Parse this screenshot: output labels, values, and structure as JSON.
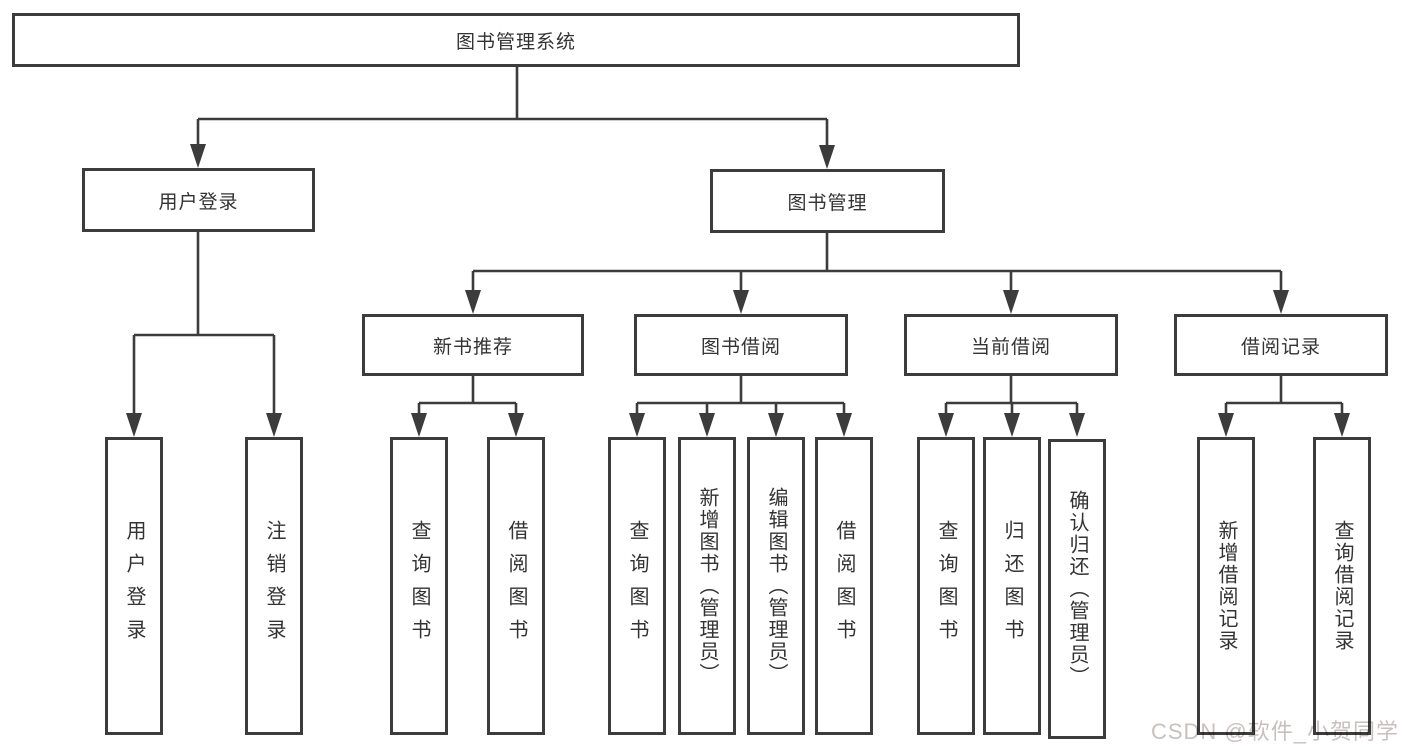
{
  "diagram": {
    "root": {
      "label": "图书管理系统"
    },
    "level2": [
      {
        "label": "用户登录"
      },
      {
        "label": "图书管理"
      }
    ],
    "level3": [
      {
        "label": "新书推荐"
      },
      {
        "label": "图书借阅"
      },
      {
        "label": "当前借阅"
      },
      {
        "label": "借阅记录"
      }
    ],
    "leaves": {
      "user_login": [
        "用户登录",
        "注销登录"
      ],
      "new_book_recommend": [
        "查询图书",
        "借阅图书"
      ],
      "book_borrow": [
        "查询图书",
        "新增图书（管理员）",
        "编辑图书（管理员）",
        "借阅图书"
      ],
      "current_borrow": [
        "查询图书",
        "归还图书",
        "确认归还（管理员）"
      ],
      "borrow_records": [
        "新增借阅记录",
        "查询借阅记录"
      ]
    }
  },
  "watermark": {
    "text": "CSDN @软件_小贺同学"
  },
  "colors": {
    "line": "#3c3c3c",
    "text": "#333333",
    "background": "#ffffff",
    "watermark": "#c9bfbf"
  }
}
